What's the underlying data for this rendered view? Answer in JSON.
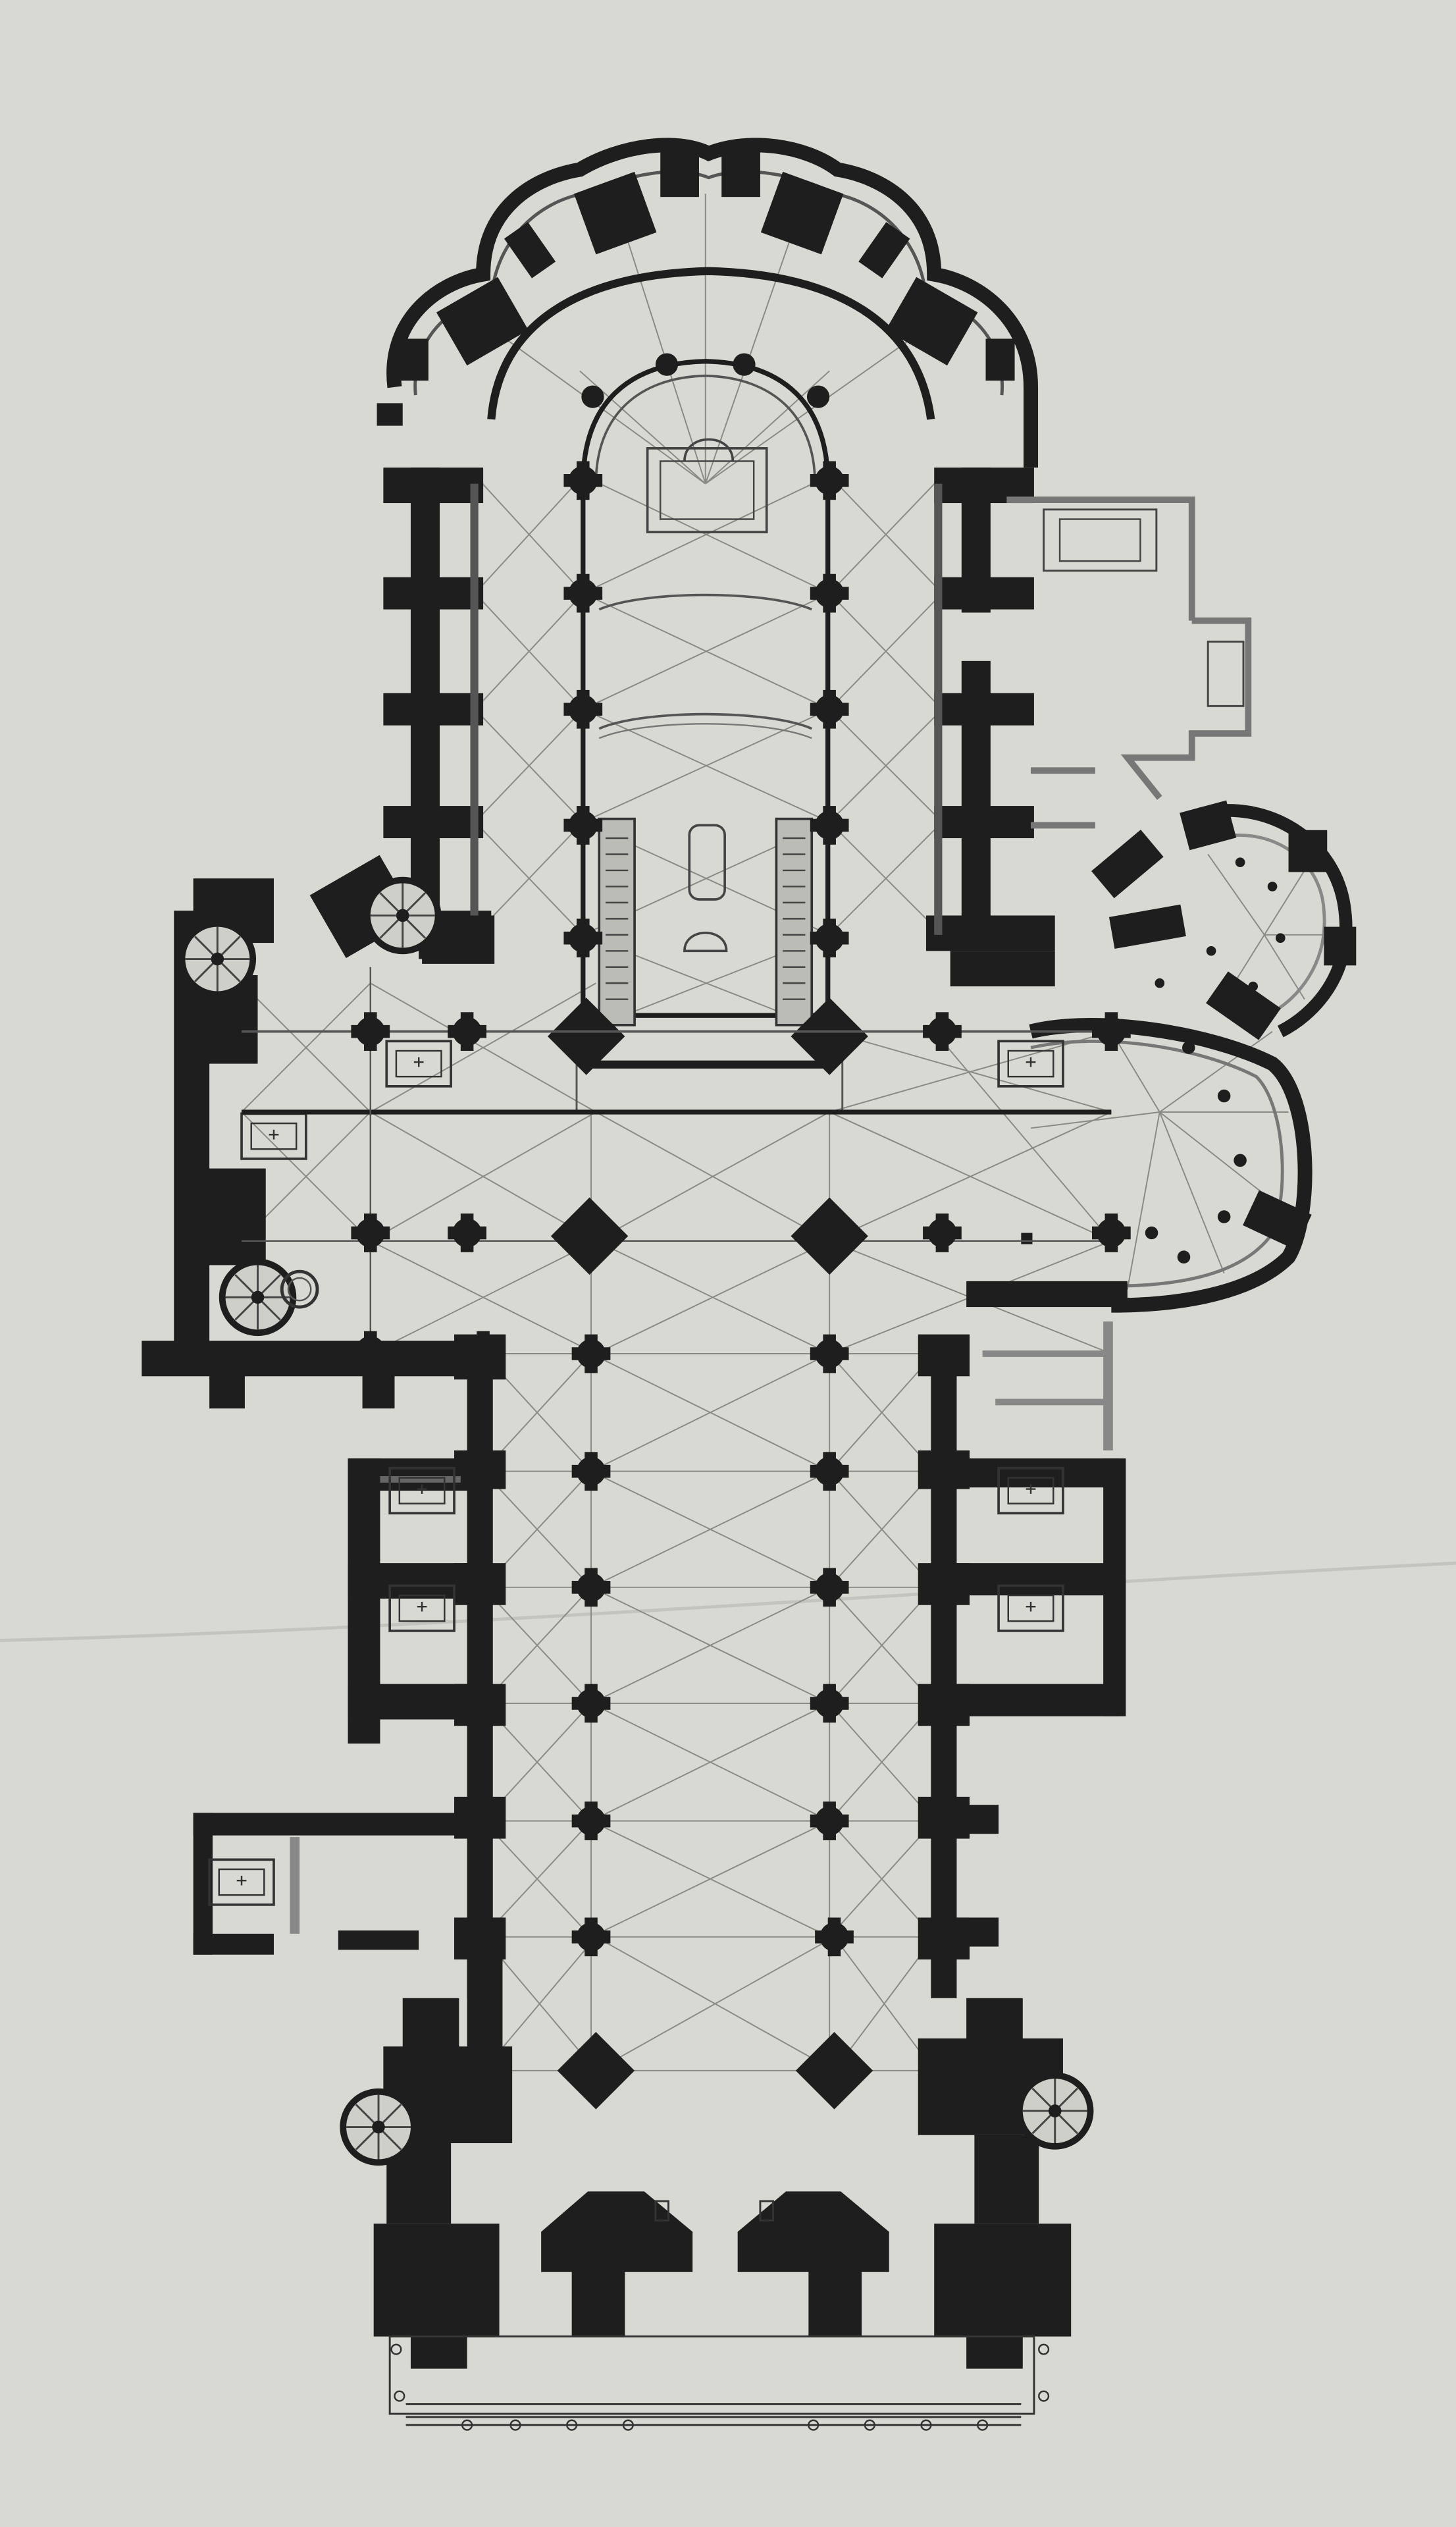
{
  "sheet": {
    "paper_color": "#d9d9d4",
    "ink_color": "#1e1e1e",
    "line_color": "#6f6f6b",
    "text": []
  },
  "plan": {
    "subject": "church-floor-plan",
    "has_printed_labels": false,
    "chevet_radiating_chapels": 5,
    "nave_pier_pairs": 7,
    "side_chapels_north": 3,
    "side_chapels_south": 3,
    "west_towers": 2,
    "spiral_stairs": 5
  }
}
